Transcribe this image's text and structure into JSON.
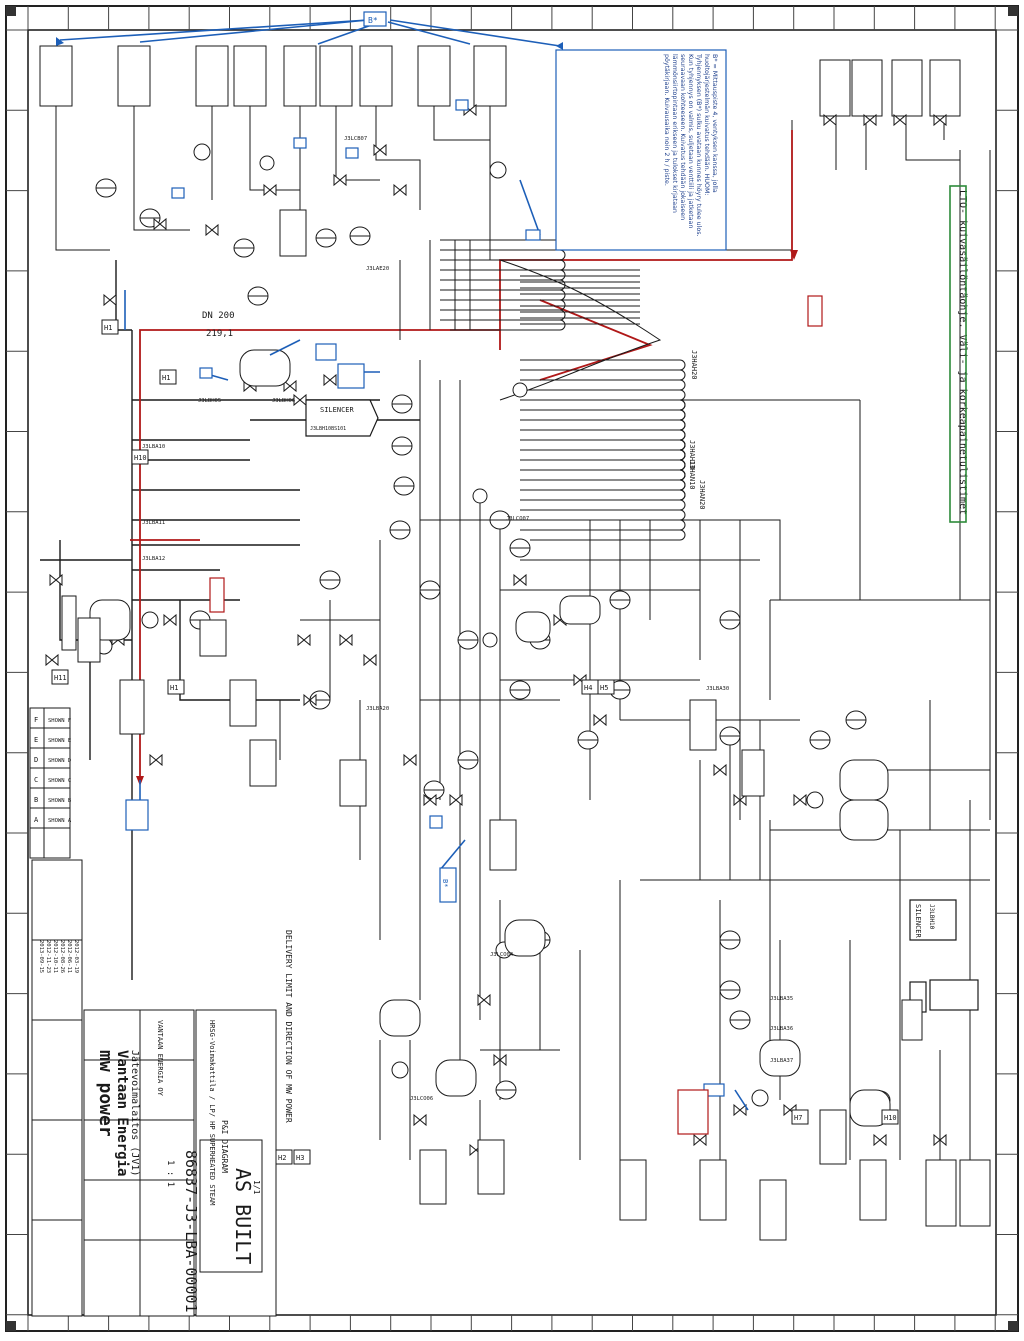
{
  "sheet": {
    "status": "AS BUILT",
    "heading": "LTO- kuivasäilöntäohje. Väli- ja korkeapainetulistimet",
    "delivery_note": "DELIVERY LIMIT AND DIRECTION OF MW POWER",
    "silencer_1": "SILENCER",
    "silencer_1_tag": "J3LBH10BS101",
    "silencer_2": "SILENCER",
    "silencer_2_tag": "J3LBH10",
    "pipe_dn200": "DN 200",
    "pipe_219": "219,1"
  },
  "title_block": {
    "company": "Vantaan Energia",
    "plant": "Jätevoimalaitos (JV1)",
    "contractor": "mw power",
    "client": "VANTAAN ENERGIA OY",
    "document_title": "HRSG-Voimakattila / LP/ HP SUPERHEATED STEAM",
    "document_subtitle": "P&I DIAGRAM",
    "document_no": "86837-J3-LBA-00001",
    "scale": "1 : 1",
    "sheet": "1/1"
  },
  "revisions": [
    {
      "rev": "F",
      "text": "SHOWN F",
      "date": "2013-09-15"
    },
    {
      "rev": "E",
      "text": "SHOWN E",
      "date": "2012-11-23"
    },
    {
      "rev": "D",
      "text": "SHOWN D",
      "date": "2012-10-11"
    },
    {
      "rev": "C",
      "text": "SHOWN C",
      "date": "2012-08-26"
    },
    {
      "rev": "B",
      "text": "SHOWN B",
      "date": "2012-06-11"
    },
    {
      "rev": "A",
      "text": "SHOWN A",
      "date": "2012-03-19"
    }
  ],
  "note_box": {
    "text": "B* = Mittauspiste 4, ventyksen kanssa, jolla huoltojärjestelmän kuivatus tehdään. HUOM: Tyhjennyksen (B*) sulku avataan kunnes höyry tulee ulos. Kun tyhjennys on valmis, suljetaan venttiili ja jatketaan seuraavaan kohteeseen. Kuivatus tehdään jokaiseen lämmönsiirtopintaan erikseen ja tulokset kirjataan pöytäkirjaan. Kuivausaika noin 2 h / piste."
  },
  "markers": {
    "b_star": "B*",
    "h_labels": [
      "H1",
      "H1",
      "H1",
      "H2",
      "H3",
      "H4",
      "H5",
      "H7",
      "H10",
      "H10",
      "H11"
    ]
  },
  "tags": {
    "superheaters": [
      "J3HAH20",
      "J3HAH10",
      "J3HAN10",
      "J3HAN20"
    ],
    "valves": [
      "J3LBA10",
      "J3LBA11",
      "J3LBA12",
      "J3LBA20",
      "J3LBA30",
      "J3LBA35",
      "J3LBA36",
      "J3LBA37",
      "J3LCO04",
      "J3LCO06",
      "J3LCO07",
      "J3LAE20",
      "J3LCB07",
      "J3LBH05",
      "J3LBH06"
    ]
  },
  "legend": {
    "line_colors": {
      "process": "#1a1a1a",
      "drying_route": "#b01818",
      "annotation": "#1d5fb8",
      "heading_box": "#2d8a3a"
    }
  }
}
